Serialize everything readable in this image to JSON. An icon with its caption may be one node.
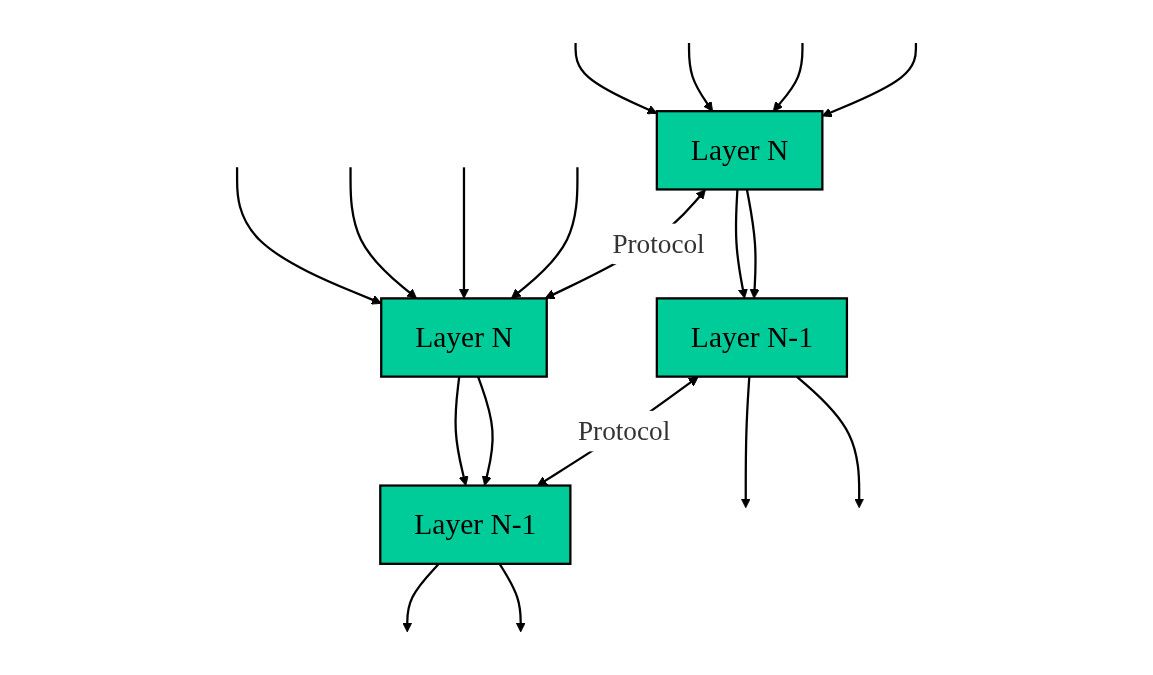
{
  "diagram": {
    "nodes": [
      {
        "text": [
          "Layer N"
        ]
      },
      {
        "text": [
          "Layer N"
        ]
      },
      {
        "text": [
          "Layer N-1"
        ]
      },
      {
        "text": [
          "Layer N-1"
        ]
      }
    ],
    "edges": [
      {
        "from": null,
        "to": 0,
        "arrow": "to"
      },
      {
        "from": null,
        "to": 0,
        "arrow": "to"
      },
      {
        "from": null,
        "to": 0,
        "arrow": "to"
      },
      {
        "from": null,
        "to": 0,
        "arrow": "to"
      },
      {
        "from": null,
        "to": 1,
        "arrow": "to"
      },
      {
        "from": null,
        "to": 1,
        "arrow": "to"
      },
      {
        "from": null,
        "to": 1,
        "arrow": "to"
      },
      {
        "from": null,
        "to": 1,
        "arrow": "to"
      },
      {
        "from": 0,
        "to": 1,
        "arrow": "both",
        "label": "Protocol"
      },
      {
        "from": 0,
        "to": 2,
        "arrow": "to"
      },
      {
        "from": 0,
        "to": 2,
        "arrow": "to"
      },
      {
        "from": 1,
        "to": 3,
        "arrow": "to"
      },
      {
        "from": 1,
        "to": 3,
        "arrow": "to"
      },
      {
        "from": 2,
        "to": 3,
        "arrow": "both",
        "label": "Protocol"
      },
      {
        "from": 2,
        "to": null,
        "arrow": "to"
      },
      {
        "from": 2,
        "to": null,
        "arrow": "to"
      },
      {
        "from": 3,
        "to": null,
        "arrow": "to"
      },
      {
        "from": 3,
        "to": null,
        "arrow": "to"
      }
    ]
  }
}
